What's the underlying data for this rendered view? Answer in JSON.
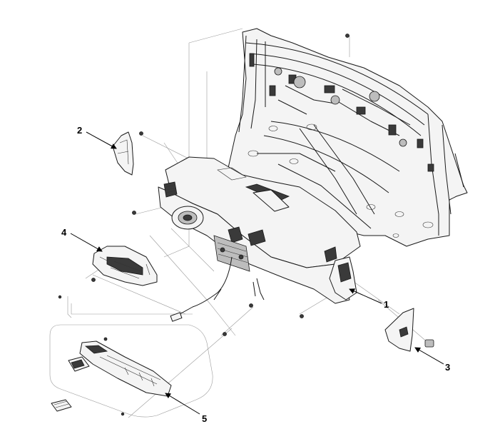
{
  "figure": {
    "description_type": "exploded-parts-diagram",
    "callouts": [
      {
        "id": "callout-1",
        "label": "1"
      },
      {
        "id": "callout-2",
        "label": "2"
      },
      {
        "id": "callout-3",
        "label": "3"
      },
      {
        "id": "callout-4",
        "label": "4"
      },
      {
        "id": "callout-5",
        "label": "5"
      }
    ]
  },
  "colors": {
    "line": "#1a1a1a",
    "guide": "#9a9a9a",
    "fill_light": "#f4f4f4",
    "fill_dark": "#3a3a3a"
  }
}
